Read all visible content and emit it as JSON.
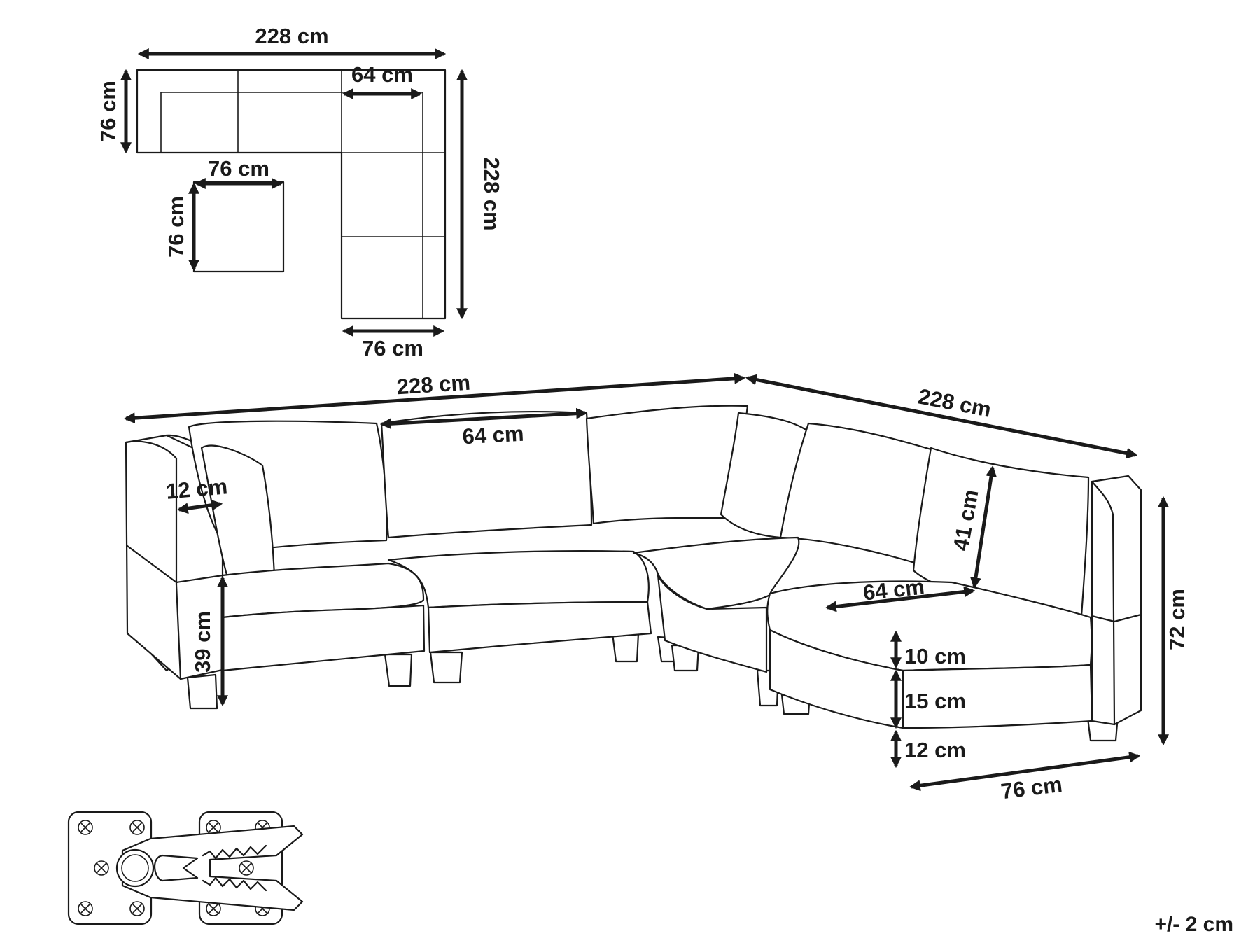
{
  "plan_view": {
    "total_width": "228 cm",
    "module_depth": "76 cm",
    "seat_width": "64 cm",
    "total_length": "228 cm",
    "ottoman_width": "76 cm",
    "ottoman_depth": "76 cm",
    "chaise_width": "76 cm"
  },
  "perspective_view": {
    "left_length": "228 cm",
    "right_length": "228 cm",
    "seat_width": "64 cm",
    "armrest_width": "12 cm",
    "seat_height": "39 cm",
    "backrest_height": "41 cm",
    "ottoman_seat_width": "64 cm",
    "cushion_height": "10 cm",
    "base_height": "15 cm",
    "leg_height": "12 cm",
    "total_height": "72 cm",
    "module_depth": "76 cm"
  },
  "tolerance": "+/- 2 cm",
  "icons": [
    "connector-bracket-icon"
  ]
}
